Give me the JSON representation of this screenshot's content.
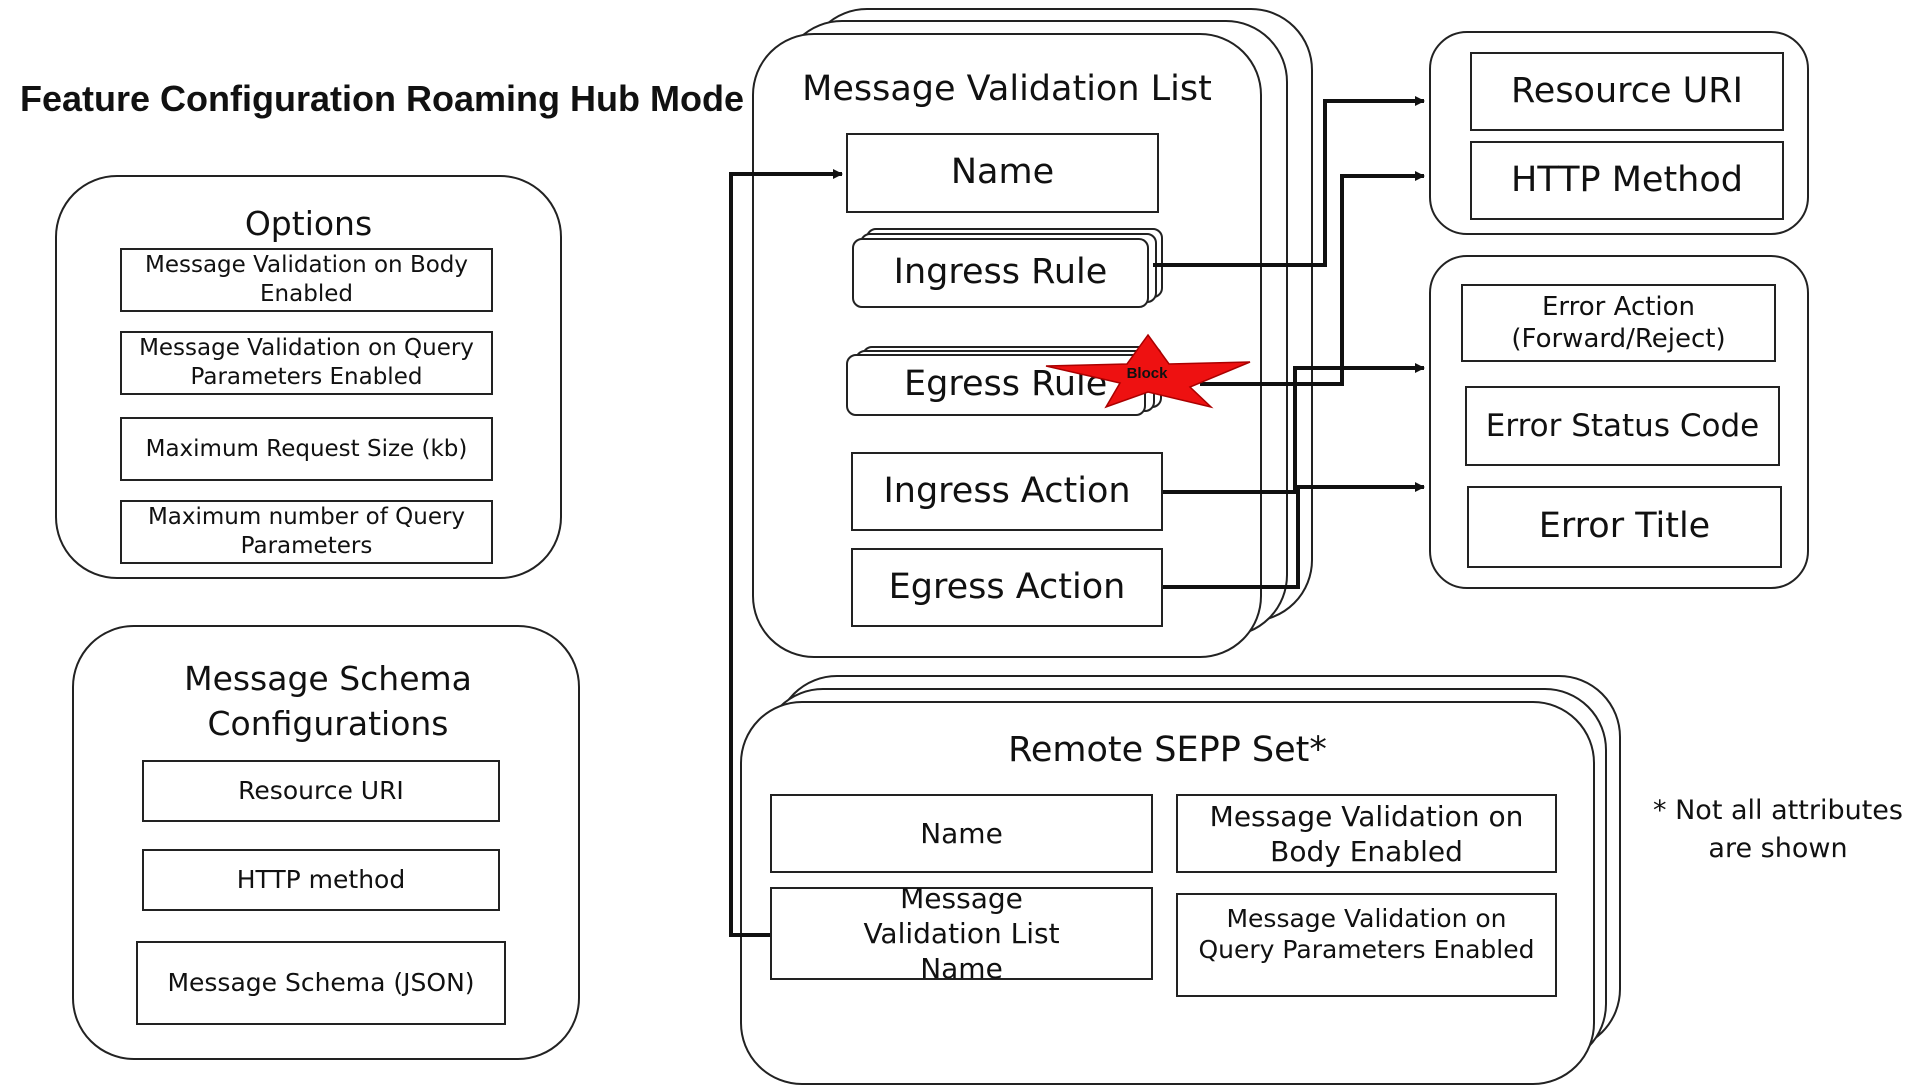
{
  "page_title": "Feature Configuration Roaming Hub Mode",
  "options": {
    "title": "Options",
    "items": [
      "Message Validation on Body Enabled",
      "Message Validation on Query Parameters Enabled",
      "Maximum Request Size (kb)",
      "Maximum number of Query Parameters"
    ]
  },
  "schema": {
    "title": "Message Schema Configurations",
    "items": [
      "Resource URI",
      "HTTP method",
      "Message Schema (JSON)"
    ]
  },
  "mvl": {
    "title": "Message Validation List",
    "name": "Name",
    "ingress_rule": "Ingress Rule",
    "egress_rule": "Egress Rule",
    "block_badge": "Block",
    "ingress_action": "Ingress Action",
    "egress_action": "Egress Action"
  },
  "rule": {
    "resource_uri": "Resource URI",
    "http_method": "HTTP Method"
  },
  "action": {
    "error_action": "Error Action (Forward/Reject)",
    "error_status_code": "Error Status Code",
    "error_title": "Error Title"
  },
  "sepp": {
    "title": "Remote SEPP Set*",
    "name": "Name",
    "mvl_name": "Message Validation List Name",
    "body_enabled": "Message Validation on Body Enabled",
    "query_enabled": "Message Validation on Query Parameters Enabled"
  },
  "footnote": "* Not all attributes are shown",
  "colors": {
    "line": "#111111",
    "badge": "#ee1111"
  }
}
